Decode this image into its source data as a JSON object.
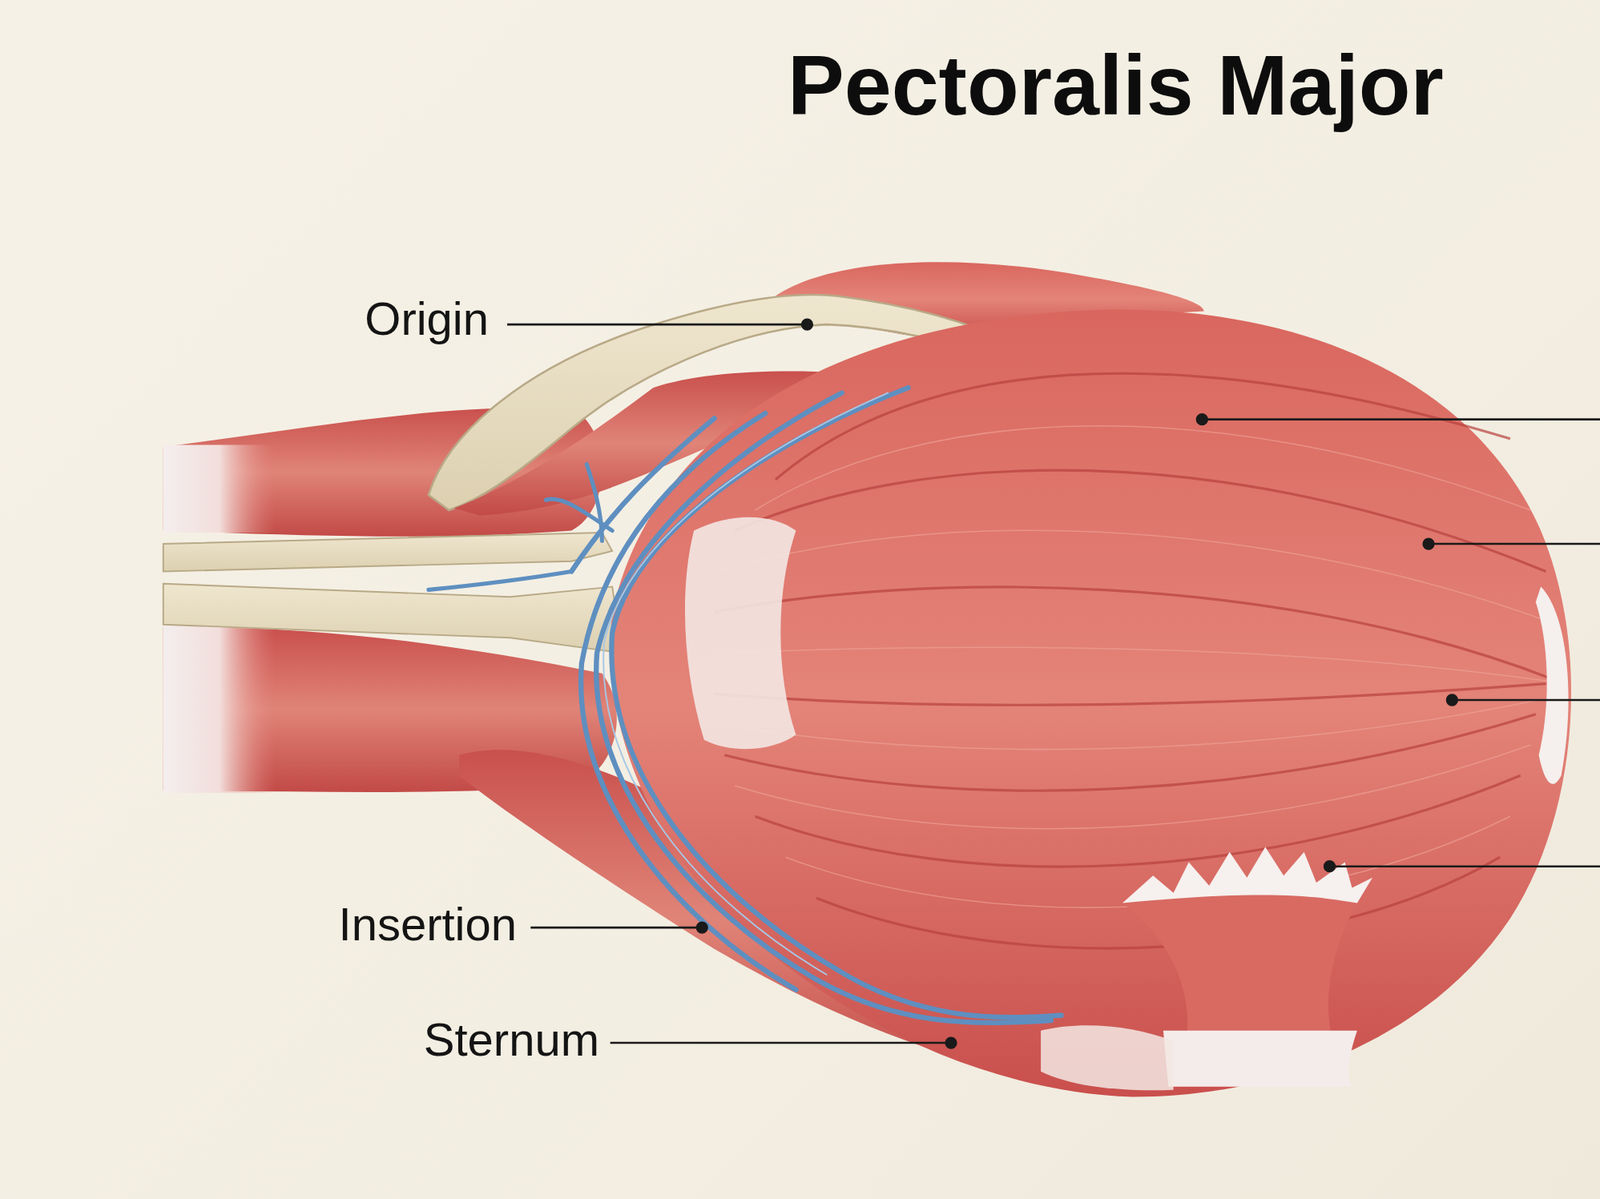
{
  "diagram": {
    "title": "Pectoralis Major",
    "labels": [
      "Origin",
      "Insertion",
      "Sternum"
    ]
  }
}
